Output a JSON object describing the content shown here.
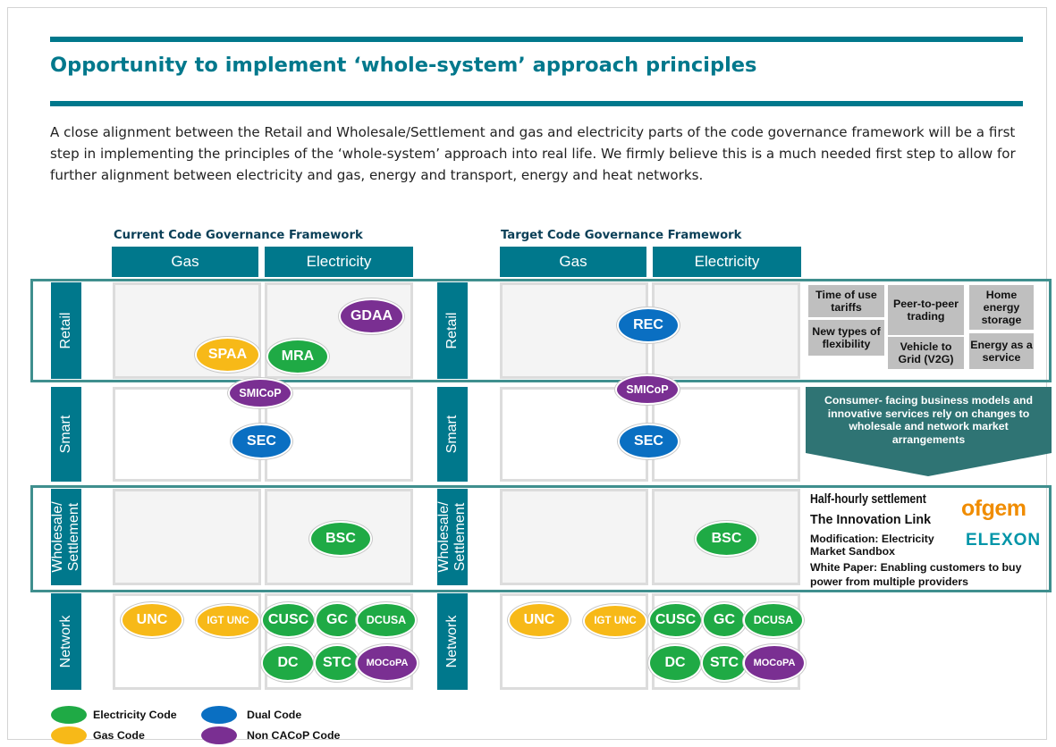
{
  "title": "Opportunity to implement ‘whole-system’ approach principles",
  "intro": "A close alignment between the Retail and Wholesale/Settlement and gas and electricity parts of the code governance framework will be a first step in implementing the principles of the ‘whole-system’ approach into real life. We firmly believe this is a much needed first step to allow for further alignment between electricity and gas, energy and transport, energy and heat networks.",
  "frameworks": {
    "current": {
      "title": "Current Code Governance Framework",
      "gas": "Gas",
      "electricity": "Electricity"
    },
    "target": {
      "title": "Target Code Governance Framework",
      "gas": "Gas",
      "electricity": "Electricity"
    }
  },
  "rows": {
    "retail": "Retail",
    "smart": "Smart",
    "wholesale": "Wholesale/\nSettlement",
    "network": "Network"
  },
  "codes": {
    "gdaa": "GDAA",
    "spaa": "SPAA",
    "mra": "MRA",
    "smicop": "SMICoP",
    "sec": "SEC",
    "bsc": "BSC",
    "unc": "UNC",
    "igt_unc": "IGT UNC",
    "cusc": "CUSC",
    "gc": "GC",
    "dcusa": "DCUSA",
    "dc": "DC",
    "stc": "STC",
    "mocopa": "MOCoPA",
    "rec": "REC"
  },
  "innovations": {
    "time_of_use": "Time of use tariffs",
    "peer_to_peer": "Peer-to-peer trading",
    "home_storage": "Home energy storage",
    "flexibility": "New types of flexibility",
    "v2g": "Vehicle to Grid (V2G)",
    "energy_service": "Energy as a service"
  },
  "callout": "Consumer- facing business models and innovative services rely on changes to wholesale and network market arrangements",
  "news": {
    "line1": "Half-hourly settlement",
    "line2": "The Innovation Link",
    "line3": "Modification: Electricity Market Sandbox",
    "line4": "White Paper: Enabling customers to buy power from multiple providers"
  },
  "logos": {
    "ofgem": "ofgem",
    "elexon": "ELEXON"
  },
  "legend": {
    "electricity": "Electricity Code",
    "gas": "Gas Code",
    "dual": "Dual Code",
    "non_cacop": "Non CACoP Code"
  },
  "colors": {
    "teal": "#00788c",
    "electricity_green": "#1faa45",
    "gas_yellow": "#f7b918",
    "dual_blue": "#0a6fc2",
    "non_cacop_purple": "#7a2f92",
    "ofgem_orange": "#f08c00",
    "elexon_teal": "#0095a8"
  }
}
